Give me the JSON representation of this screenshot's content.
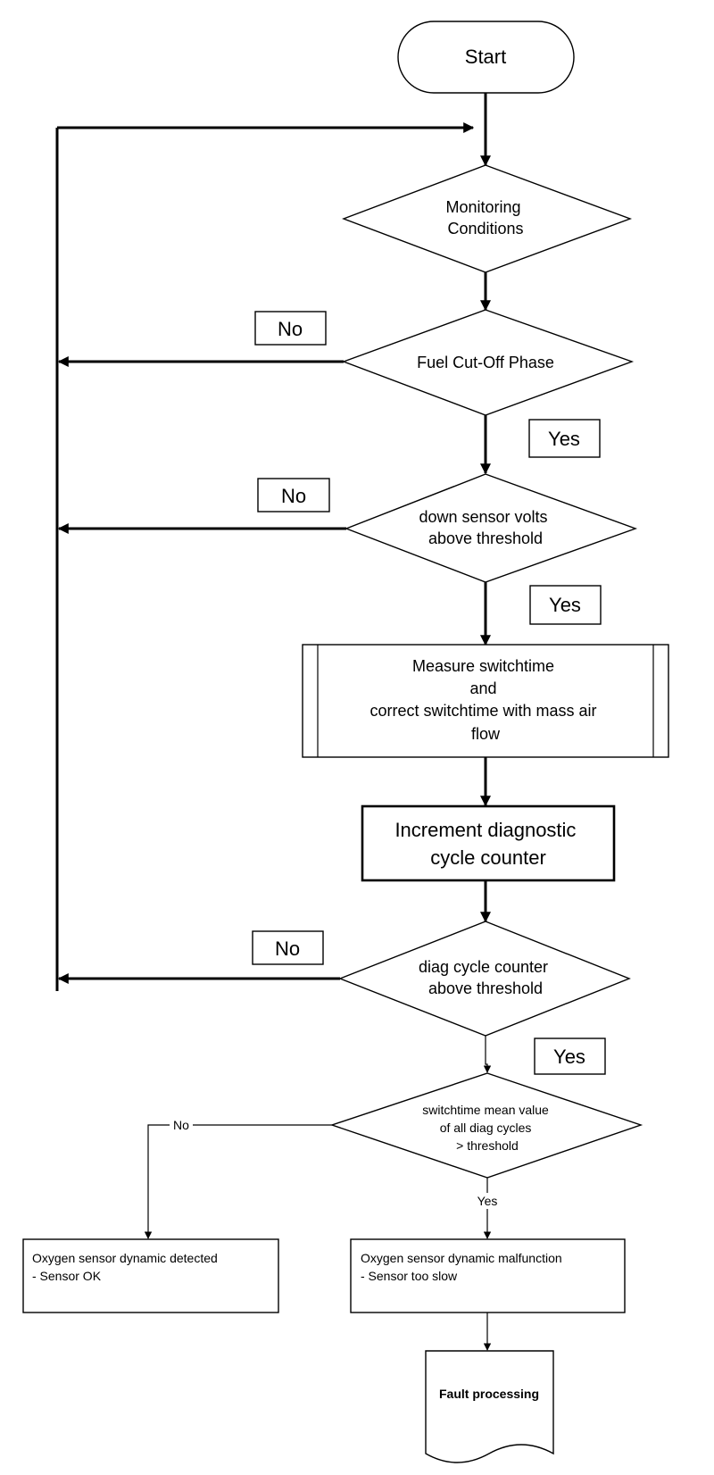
{
  "nodes": {
    "start": "Start",
    "monitoring": [
      "Monitoring",
      "Conditions"
    ],
    "fuel_cutoff": [
      "Fuel Cut-Off Phase"
    ],
    "down_sensor": [
      "down sensor volts",
      "above threshold"
    ],
    "measure": [
      "Measure switchtime",
      "and",
      "correct switchtime with mass air",
      "flow"
    ],
    "increment": [
      "Increment diagnostic",
      "cycle counter"
    ],
    "diag_counter": [
      "diag cycle counter",
      "above threshold"
    ],
    "switchtime_mean": [
      "switchtime mean value",
      "of all diag cycles",
      "> threshold"
    ],
    "sensor_ok": [
      "Oxygen sensor dynamic detected",
      "- Sensor OK"
    ],
    "sensor_slow": [
      "Oxygen sensor dynamic malfunction",
      "- Sensor too slow"
    ],
    "fault": "Fault processing"
  },
  "labels": {
    "no": "No",
    "yes": "Yes"
  }
}
